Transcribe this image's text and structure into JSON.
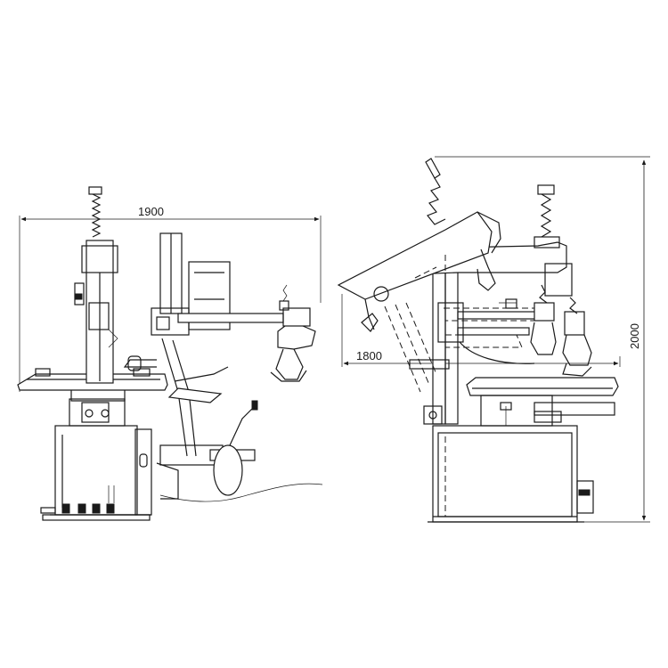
{
  "dimensions": {
    "width_front": "1900",
    "width_side": "1800",
    "height_side": "2000"
  }
}
